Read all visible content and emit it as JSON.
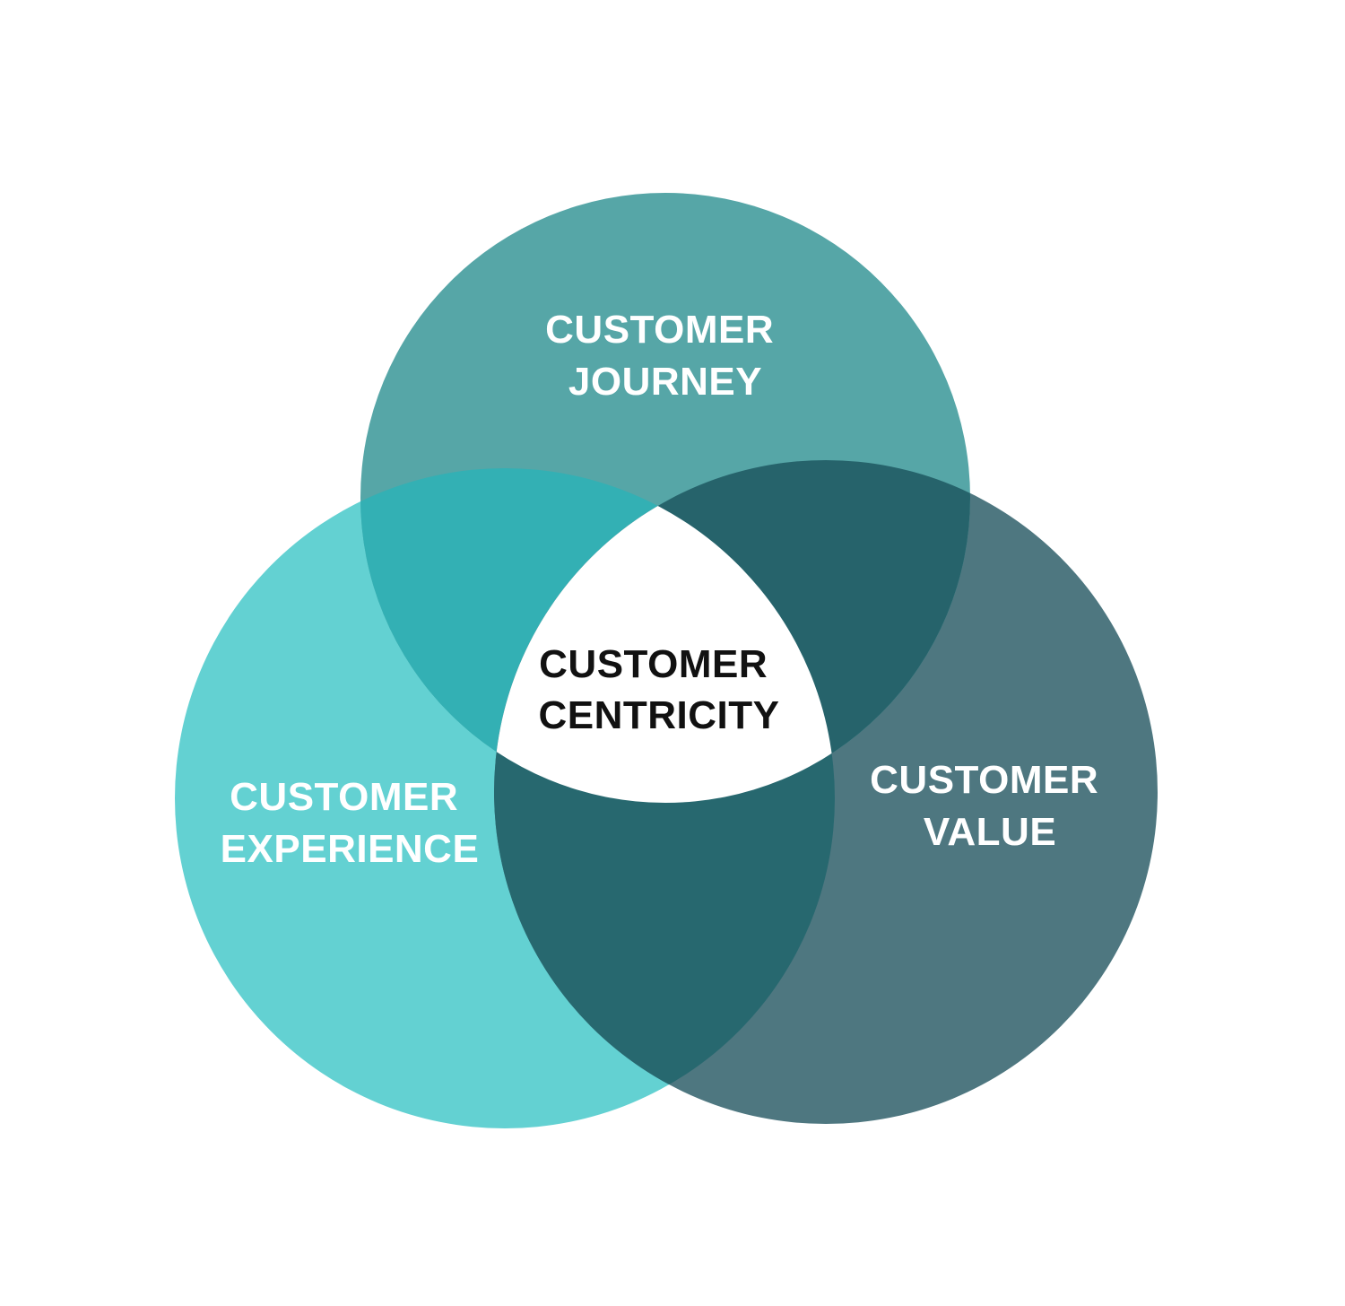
{
  "diagram": {
    "type": "venn-3",
    "colors": {
      "background": "#ffffff",
      "journey": "#56a6a7",
      "experience": "#63d1d2",
      "value": "#4e7780",
      "journey_experience": "#33b0b4",
      "journey_value": "#26636b",
      "experience_value": "#27686f",
      "center": "#ffffff",
      "label_light": "#ffffff",
      "label_dark": "#111111"
    },
    "sets": {
      "journey": {
        "line1": "CUSTOMER",
        "line2": "JOURNEY"
      },
      "experience": {
        "line1": "CUSTOMER",
        "line2": "EXPERIENCE"
      },
      "value": {
        "line1": "CUSTOMER",
        "line2": "VALUE"
      }
    },
    "center": {
      "line1": "CUSTOMER",
      "line2": "CENTRICITY"
    }
  }
}
